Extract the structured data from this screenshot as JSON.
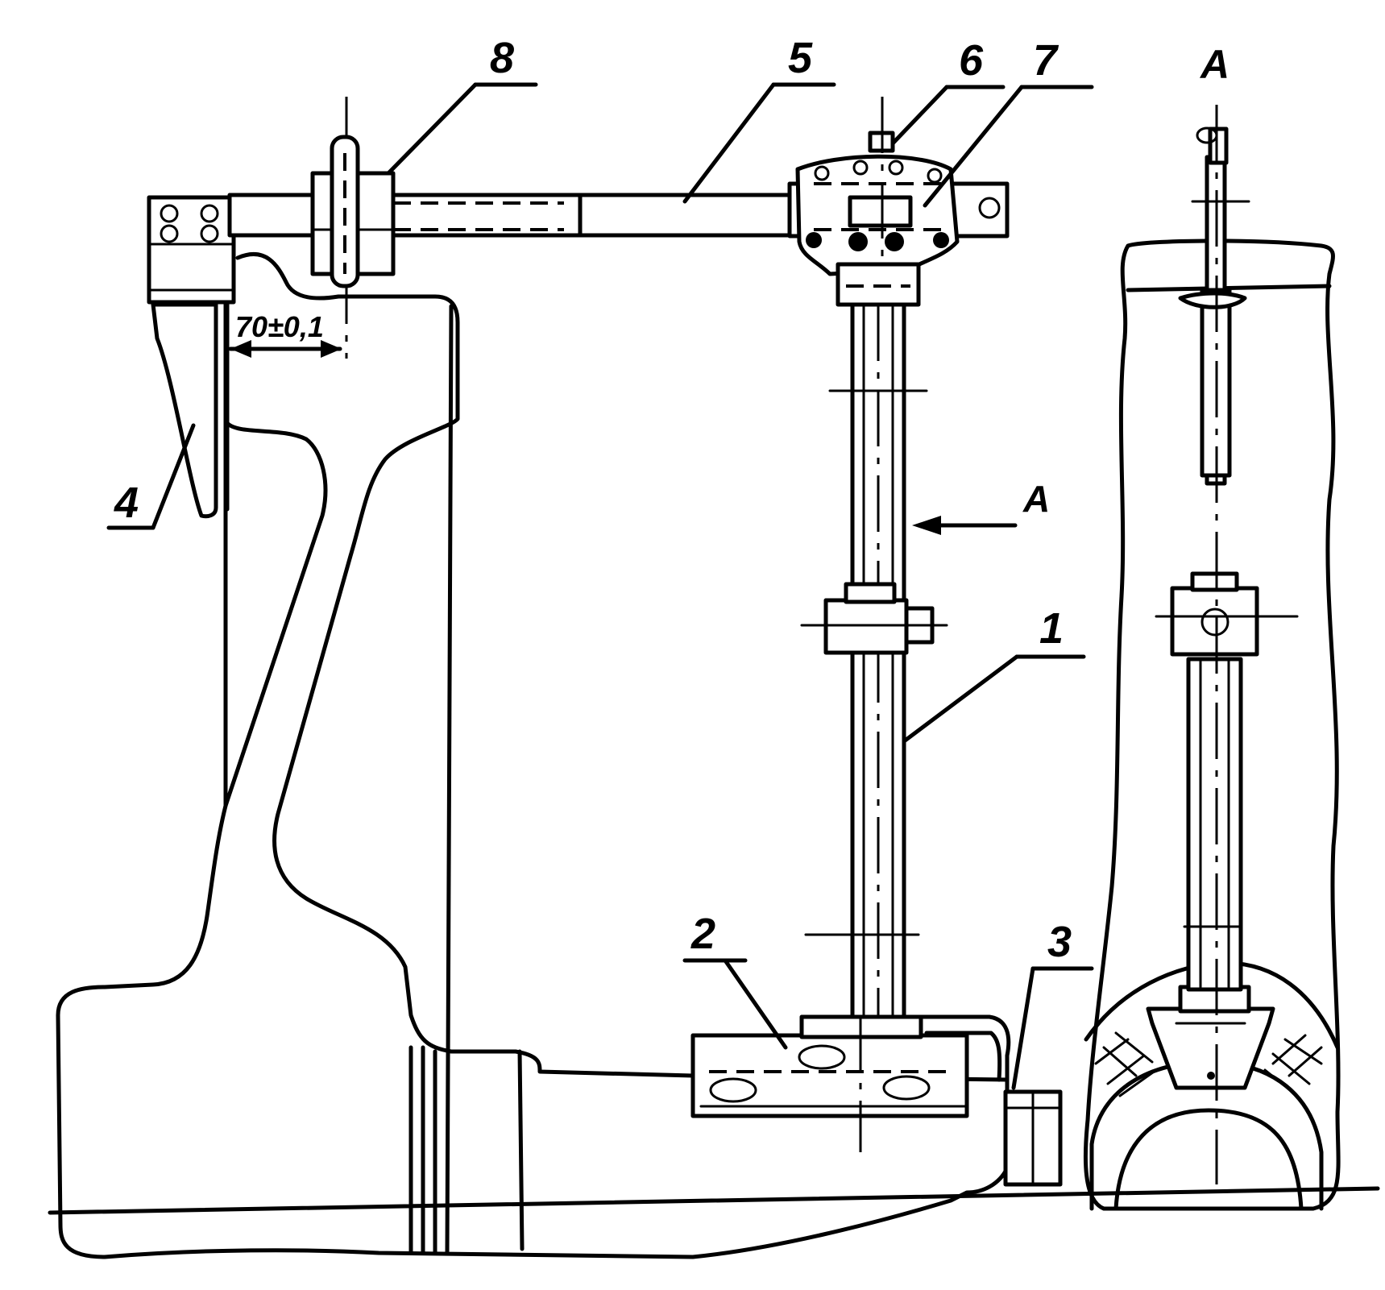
{
  "callouts": {
    "c1": "1",
    "c2": "2",
    "c3": "3",
    "c4": "4",
    "c5": "5",
    "c6": "6",
    "c7": "7",
    "c8": "8"
  },
  "dimension": "70±0,1",
  "view_arrow_label": "A",
  "section_title": "A"
}
